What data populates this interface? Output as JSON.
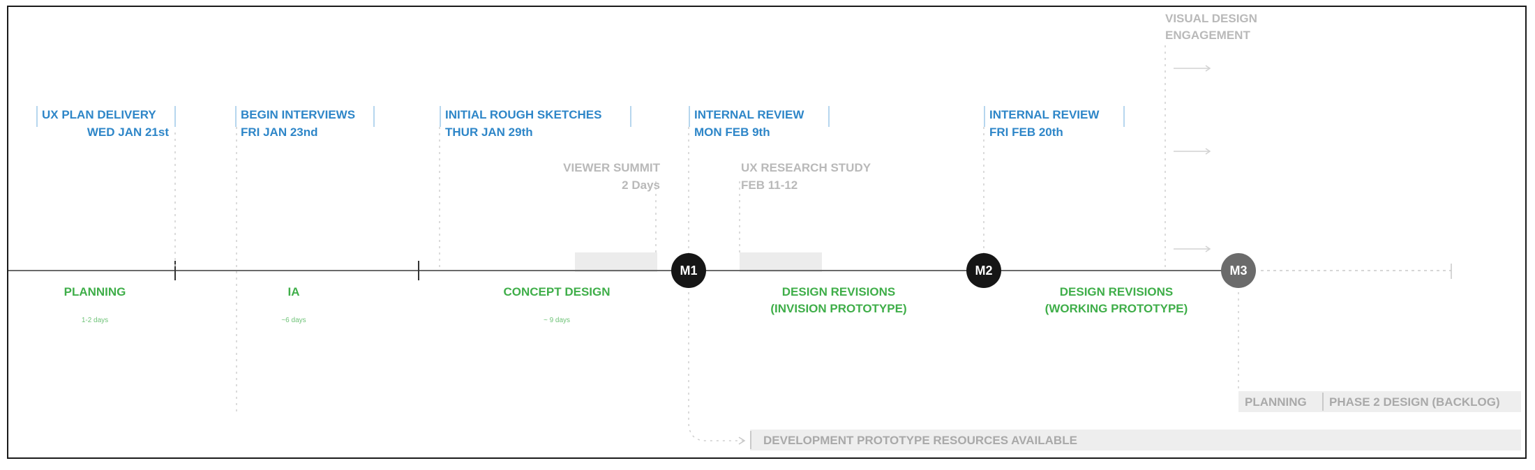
{
  "milestones": [
    {
      "title": "UX PLAN DELIVERY",
      "date": "WED JAN 21st"
    },
    {
      "title": "BEGIN INTERVIEWS",
      "date": "FRI JAN 23nd"
    },
    {
      "title": "INITIAL ROUGH SKETCHES",
      "date": "THUR JAN 29th"
    },
    {
      "title": "INTERNAL REVIEW",
      "date": "MON FEB 9th"
    },
    {
      "title": "INTERNAL REVIEW",
      "date": "FRI FEB 20th"
    }
  ],
  "events": {
    "viewer_summit": {
      "title": "VIEWER SUMMIT",
      "duration": "2 Days"
    },
    "ux_research": {
      "title": "UX RESEARCH STUDY",
      "dates": "FEB 11-12"
    },
    "visual_design": {
      "line1": "VISUAL DESIGN",
      "line2": "ENGAGEMENT"
    }
  },
  "markers": {
    "m1": "M1",
    "m2": "M2",
    "m3": "M3"
  },
  "phases": [
    {
      "name": "PLANNING",
      "duration": "1-2 days"
    },
    {
      "name": "IA",
      "duration": "~6 days"
    },
    {
      "name": "CONCEPT DESIGN",
      "duration": "~ 9 days"
    }
  ],
  "revisions": {
    "r1": {
      "line1": "DESIGN REVISIONS",
      "line2": "(INVISION PROTOTYPE)"
    },
    "r2": {
      "line1": "DESIGN REVISIONS",
      "line2": "(WORKING PROTOTYPE)"
    }
  },
  "bottom": {
    "planning": "PLANNING",
    "phase2": "PHASE 2 DESIGN (BACKLOG)",
    "dev_resources": "DEVELOPMENT PROTOTYPE RESOURCES AVAILABLE"
  },
  "colors": {
    "milestone_blue": "#2e86c8",
    "phase_green": "#3fae49",
    "muted_gray": "#b9b9b9",
    "marker_dark": "#161616"
  }
}
